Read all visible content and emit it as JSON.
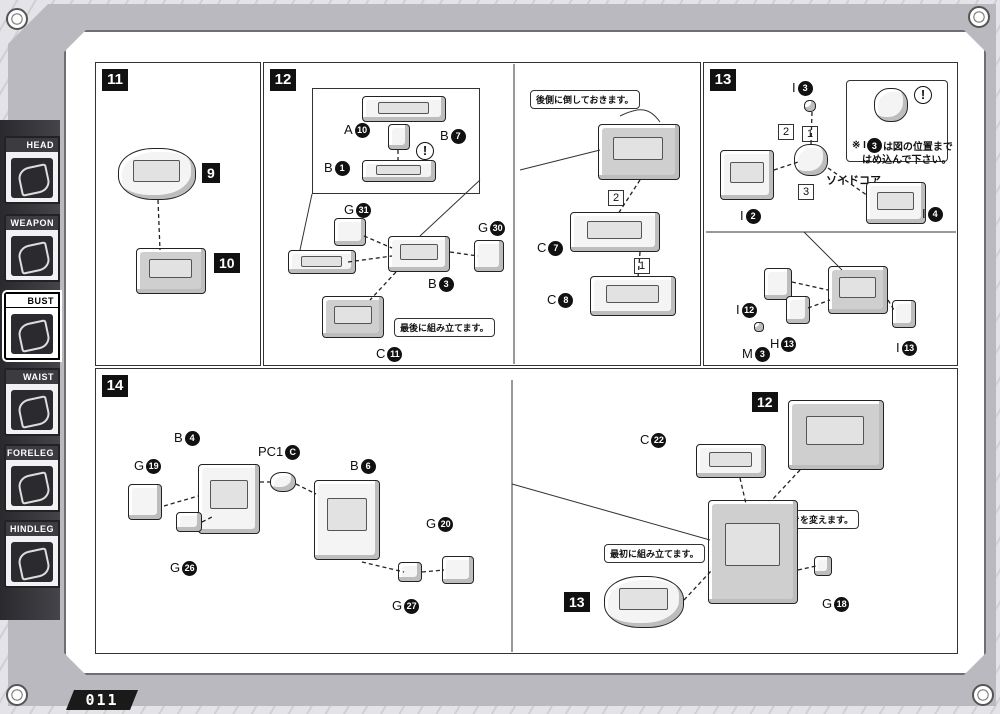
{
  "page_number": "011",
  "sidebar": {
    "tabs": [
      {
        "label": "HEAD",
        "icon": "head-icon",
        "active": false
      },
      {
        "label": "WEAPON",
        "icon": "weapon-icon",
        "active": false
      },
      {
        "label": "BUST",
        "icon": "bust-icon",
        "active": true
      },
      {
        "label": "WAIST",
        "icon": "waist-icon",
        "active": false
      },
      {
        "label": "FORELEG",
        "icon": "foreleg-icon",
        "active": false
      },
      {
        "label": "HINDLEG",
        "icon": "hindleg-icon",
        "active": false
      }
    ]
  },
  "steps": {
    "s11": {
      "number": "11",
      "ref_top": "9",
      "ref_bottom": "10"
    },
    "s12": {
      "number": "12",
      "labels": [
        {
          "sprue": "A",
          "num": "10"
        },
        {
          "sprue": "B",
          "num": "7"
        },
        {
          "sprue": "B",
          "num": "1"
        },
        {
          "sprue": "G",
          "num": "31"
        },
        {
          "sprue": "G",
          "num": "30"
        },
        {
          "sprue": "B",
          "num": "3"
        },
        {
          "sprue": "C",
          "num": "11"
        }
      ],
      "note_last": "最後に組み立てます。",
      "note_rear": "後側に倒しておきます。",
      "right_labels": [
        {
          "sprue": "C",
          "num": "7"
        },
        {
          "sprue": "C",
          "num": "8"
        }
      ],
      "order": [
        "1",
        "2"
      ]
    },
    "s13": {
      "number": "13",
      "labels": [
        {
          "sprue": "I",
          "num": "3"
        },
        {
          "sprue": "I",
          "num": "2"
        },
        {
          "sprue": "I",
          "num": "4"
        },
        {
          "sprue": "I",
          "num": "12"
        },
        {
          "sprue": "H",
          "num": "13"
        },
        {
          "sprue": "I",
          "num": "13"
        },
        {
          "sprue": "M",
          "num": "3"
        }
      ],
      "order": [
        "1",
        "2",
        "3"
      ],
      "core_label": "ソイドコア",
      "callout": {
        "prefix": "※ I",
        "num": "3",
        "text1": "は図の位置まで",
        "text2": "はめ込んで下さい。"
      }
    },
    "s14": {
      "number": "14",
      "labels": [
        {
          "sprue": "B",
          "num": "4"
        },
        {
          "sprue": "PC1",
          "num": "C"
        },
        {
          "sprue": "G",
          "num": "19"
        },
        {
          "sprue": "B",
          "num": "6"
        },
        {
          "sprue": "G",
          "num": "26"
        },
        {
          "sprue": "G",
          "num": "20"
        },
        {
          "sprue": "G",
          "num": "27"
        }
      ],
      "right": {
        "ref12": "12",
        "ref13": "13",
        "c22": {
          "sprue": "C",
          "num": "22"
        },
        "g18": {
          "sprue": "G",
          "num": "18"
        },
        "note_turn": "向きを変えます。",
        "note_first": "最初に組み立てます。"
      }
    }
  }
}
